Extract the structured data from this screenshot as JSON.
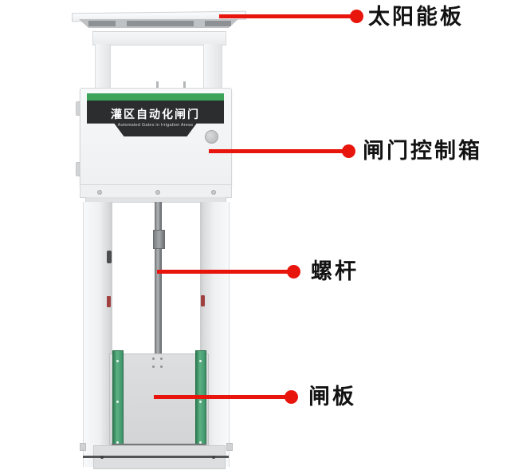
{
  "product": {
    "control_box": {
      "title_cn": "灌区自动化闸门",
      "subtitle_en": "Automated Gates in Irrigation Areas"
    }
  },
  "annotations": [
    {
      "id": "solar-panel",
      "label": "太阳能板"
    },
    {
      "id": "control-box",
      "label": "闸门控制箱"
    },
    {
      "id": "screw-rod",
      "label": "螺杆"
    },
    {
      "id": "gate-plate",
      "label": "闸板"
    }
  ],
  "colors": {
    "annotation_red": "#e8150d",
    "brand_green": "#3da35a",
    "panel_black": "#2b2d2f",
    "gate_strip_green": "#3d9268",
    "label_text": "#121212",
    "body_gray": "#f2f3f5"
  }
}
